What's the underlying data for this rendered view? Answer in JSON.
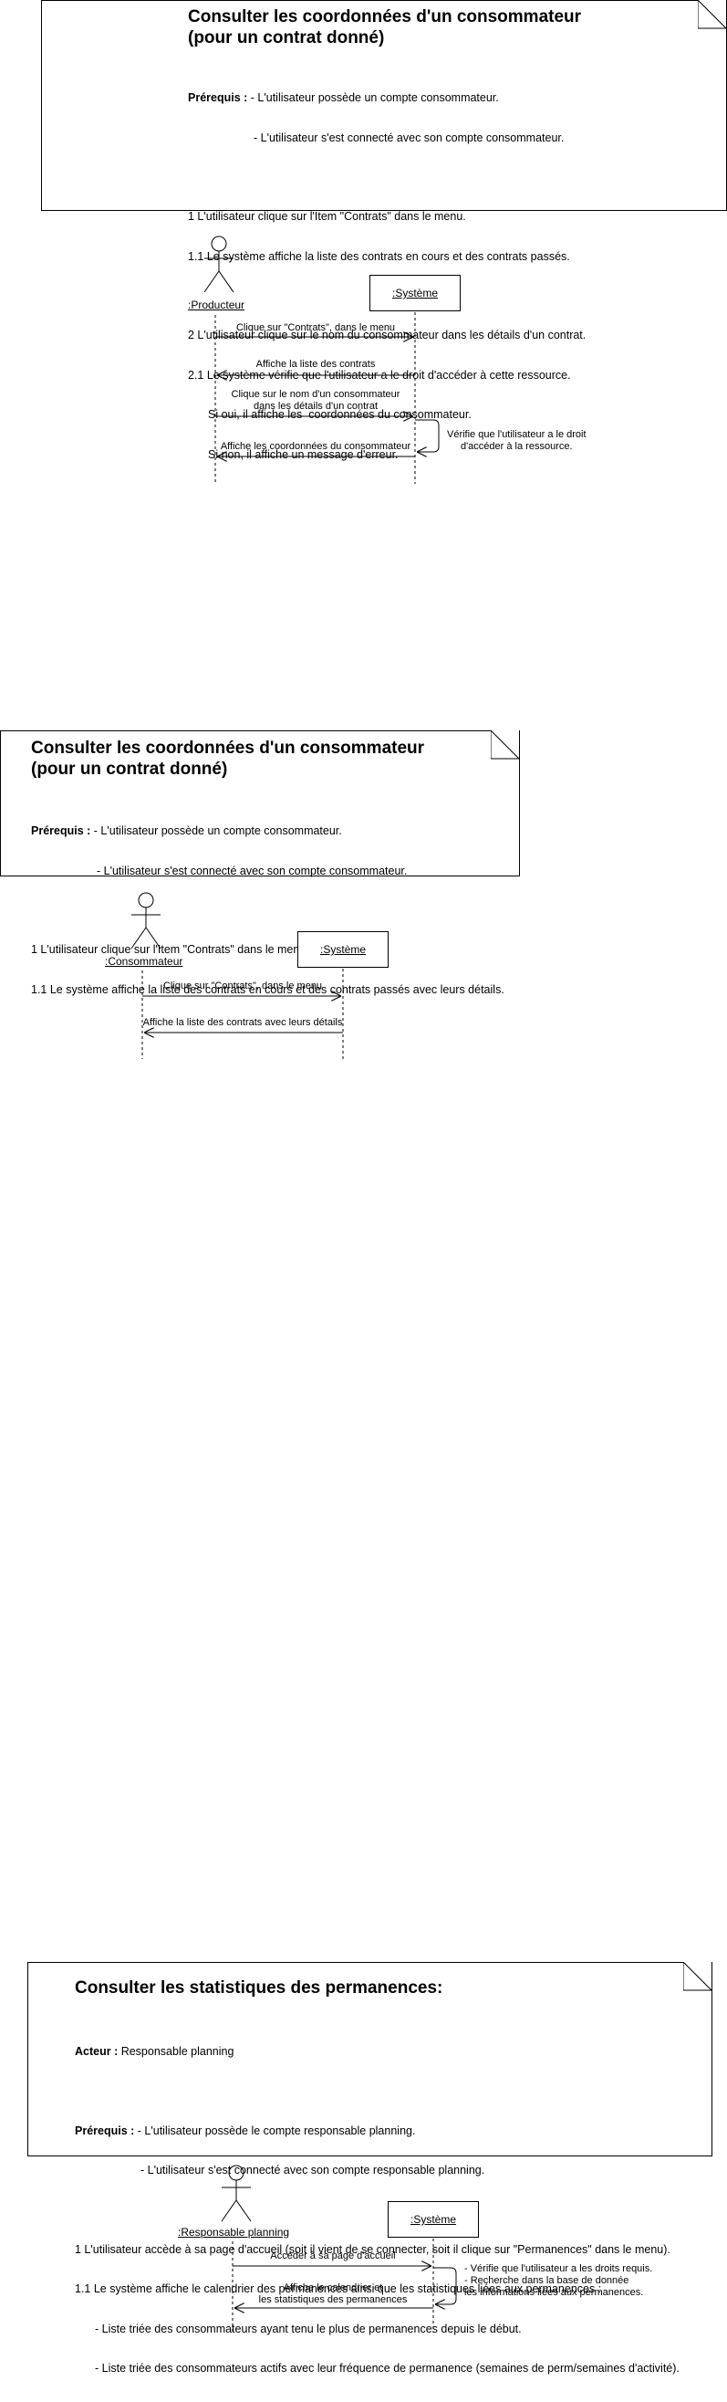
{
  "diagrams": [
    {
      "title": "Consulter les coordonnées d'un consommateur\n(pour un contrat donné)",
      "prereq_label": "Prérequis :",
      "prereq_1": " - L'utilisateur possède un compte consommateur.",
      "prereq_2": "- L'utilisateur s'est connecté avec son compte consommateur.",
      "steps": [
        "1 L'utilisateur clique sur l'Item \"Contrats\" dans le menu.",
        "1.1 Le système affiche la liste des contrats en cours et des contrats passés.",
        "2 L'utilisateur clique sur le nom du consommateur dans les détails d'un contrat.",
        "2.1 Le système vérifie que l'utilisateur a le droit d'accéder à cette ressource.",
        "Si oui, il affiche les  coordonnées du consommateur.",
        "Si non, il affiche un message d'erreur."
      ],
      "actor": ":Producteur",
      "system": ":Système",
      "messages": [
        "Clique sur \"Contrats\", dans le menu",
        "Affiche la liste des contrats",
        "Clique sur le nom d'un consommateur\ndans les détails d'un contrat",
        "Affiche les coordonnées du consommateur"
      ],
      "self_note": "Vérifie que l'utilisateur a le droit\nd'accéder à la ressource."
    },
    {
      "title": "Consulter les coordonnées d'un consommateur\n(pour un contrat donné)",
      "prereq_label": "Prérequis :",
      "prereq_1": " - L'utilisateur possède un compte consommateur.",
      "prereq_2": "- L'utilisateur s'est connecté avec son compte consommateur.",
      "steps": [
        "1 L'utilisateur clique sur l'Item \"Contrats\" dans le menu.",
        "1.1 Le système affiche la liste des contrats en cours et des contrats passés avec leurs détails."
      ],
      "actor": ":Consommateur",
      "system": ":Système",
      "messages": [
        "Clique sur \"Contrats\", dans le menu",
        "Affiche la liste des contrats avec leurs détails"
      ]
    },
    {
      "title": "Consulter les statistiques des permanences:",
      "actor_line_label": "Acteur :",
      "actor_line_value": " Responsable planning",
      "prereq_label": "Prérequis :",
      "prereq_1": " - L'utilisateur possède le compte responsable planning.",
      "prereq_2": "- L'utilisateur s'est connecté avec son compte responsable planning.",
      "steps": [
        "1 L'utilisateur accède à sa page d'accueil (soit il vient de se connecter, soit il clique sur \"Permanences\" dans le menu).",
        "1.1 Le système affiche le calendrier des permanences ainsi que les statistiques liées aux permanences :",
        "- Liste triée des consommateurs ayant tenu le plus de permanences depuis le début.",
        "- Liste triée des consommateurs actifs avec leur fréquence de permanence (semaines de perm/semaines d'activité)."
      ],
      "actor": ":Responsable planning",
      "system": ":Système",
      "messages": [
        "Accéder à sa page d'accueil",
        "Affiche le calendrier et\nles statistiques des permanences"
      ],
      "self_note": "- Vérifie que l'utilisateur a les droits requis.\n- Recherche dans la base de donnée\nles informations liées aux permanences."
    }
  ]
}
